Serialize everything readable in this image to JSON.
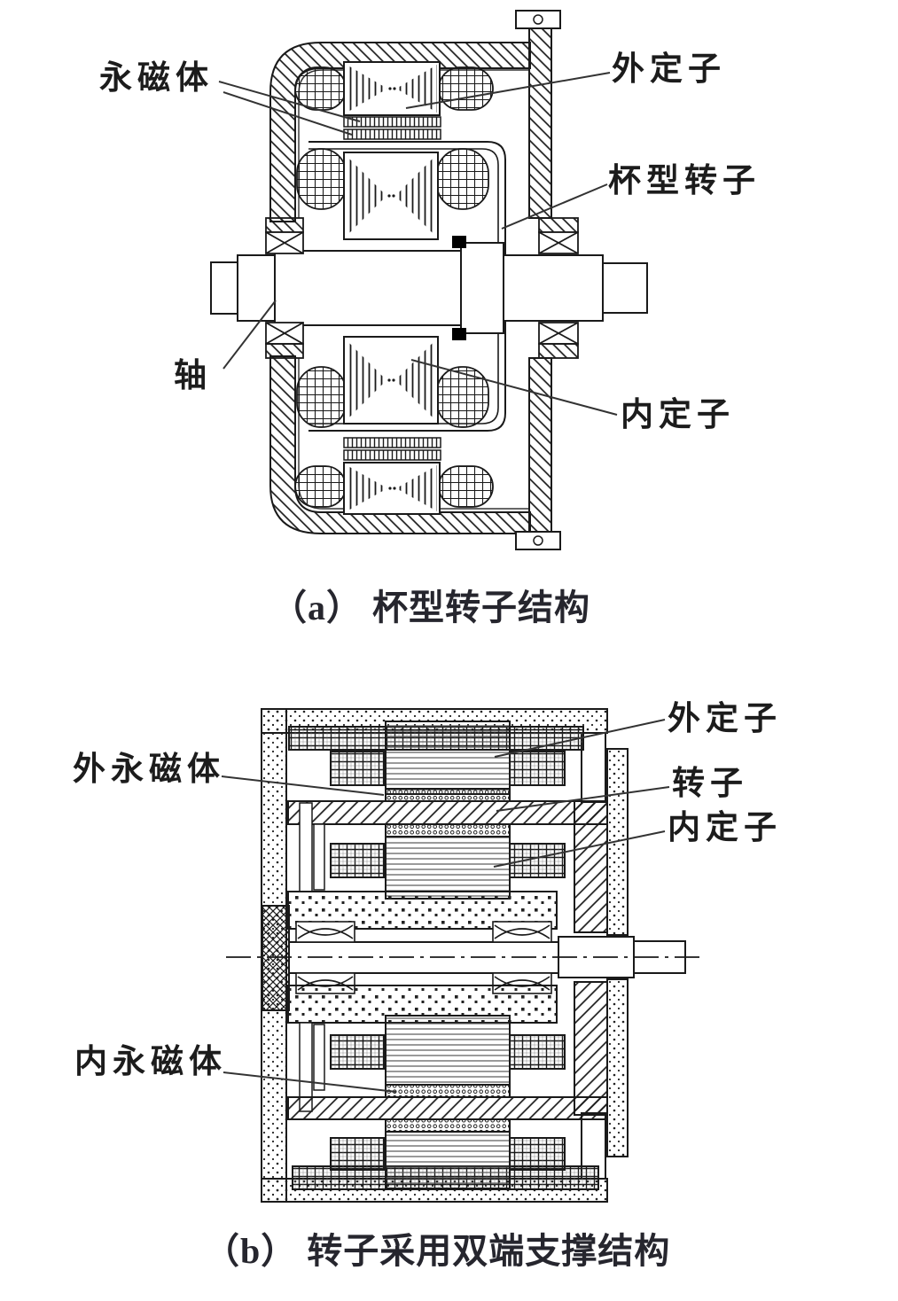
{
  "figure": {
    "part_a": {
      "labels": {
        "permanent_magnet": "永磁体",
        "outer_stator": "外定子",
        "cup_rotor": "杯型转子",
        "shaft": "轴",
        "inner_stator": "内定子"
      },
      "caption": "（a） 杯型转子结构"
    },
    "part_b": {
      "labels": {
        "outer_permanent_magnet": "外永磁体",
        "inner_permanent_magnet": "内永磁体",
        "outer_stator": "外定子",
        "rotor": "转子",
        "inner_stator": "内定子"
      },
      "caption": "（b） 转子采用双端支撑结构"
    },
    "colors": {
      "line": "#1a1a1a",
      "text": "#1c1c1c",
      "background": "#ffffff"
    }
  }
}
